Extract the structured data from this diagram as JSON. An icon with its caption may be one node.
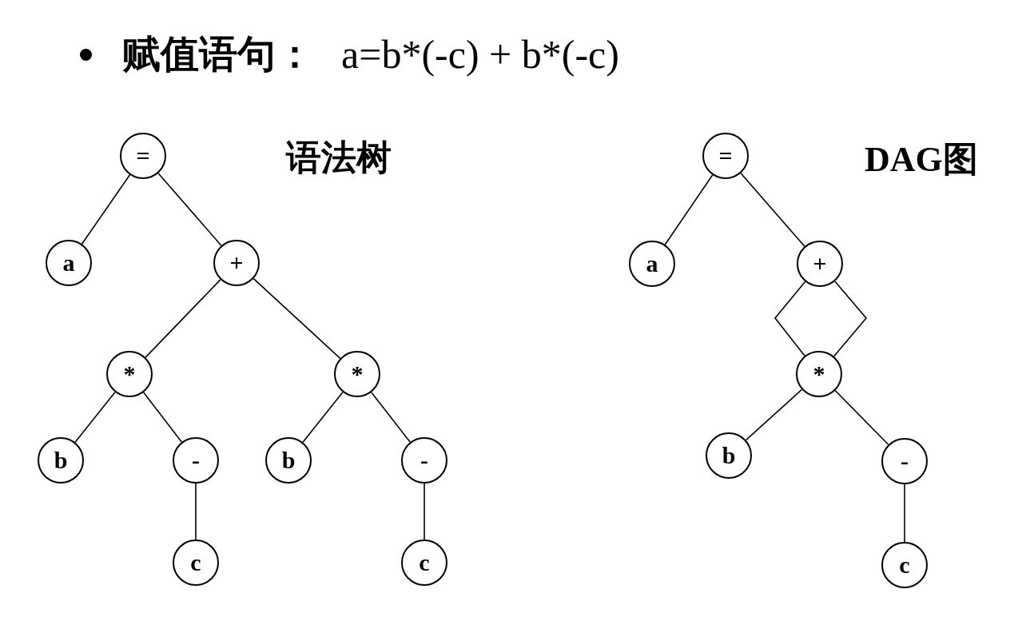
{
  "diagram": {
    "title": "赋值语句：",
    "nodes": [
      {
        "text": [
          "="
        ]
      },
      {
        "text": [
          "a"
        ]
      },
      {
        "text": [
          "+"
        ]
      },
      {
        "text": [
          "*"
        ]
      },
      {
        "text": [
          "*"
        ]
      },
      {
        "text": [
          "b"
        ]
      },
      {
        "text": [
          "-"
        ]
      },
      {
        "text": [
          "b"
        ]
      },
      {
        "text": [
          "-"
        ]
      },
      {
        "text": [
          "c"
        ]
      },
      {
        "text": [
          "c"
        ]
      },
      {
        "text": [
          "="
        ]
      },
      {
        "text": [
          "a"
        ]
      },
      {
        "text": [
          "+"
        ]
      },
      {
        "text": [
          "*"
        ]
      },
      {
        "text": [
          "b"
        ]
      },
      {
        "text": [
          "-"
        ]
      },
      {
        "text": [
          "c"
        ]
      }
    ],
    "edges": [
      {
        "from": 0,
        "to": 1,
        "arrow": "none"
      },
      {
        "from": 0,
        "to": 2,
        "arrow": "none"
      },
      {
        "from": 2,
        "to": 3,
        "arrow": "none"
      },
      {
        "from": 2,
        "to": 4,
        "arrow": "none"
      },
      {
        "from": 3,
        "to": 5,
        "arrow": "none"
      },
      {
        "from": 3,
        "to": 6,
        "arrow": "none"
      },
      {
        "from": 6,
        "to": 9,
        "arrow": "none"
      },
      {
        "from": 4,
        "to": 7,
        "arrow": "none"
      },
      {
        "from": 4,
        "to": 8,
        "arrow": "none"
      },
      {
        "from": 8,
        "to": 10,
        "arrow": "none"
      },
      {
        "from": 11,
        "to": 12,
        "arrow": "none"
      },
      {
        "from": 11,
        "to": 13,
        "arrow": "none"
      },
      {
        "from": 13,
        "to": 14,
        "arrow": "none"
      },
      {
        "from": 13,
        "to": 14,
        "arrow": "none"
      },
      {
        "from": 14,
        "to": 15,
        "arrow": "none"
      },
      {
        "from": 14,
        "to": 16,
        "arrow": "none"
      },
      {
        "from": 16,
        "to": 17,
        "arrow": "none"
      }
    ],
    "labels": [
      "a=b*(-c) + b*(-c)",
      "语法树",
      "DAG图"
    ]
  }
}
